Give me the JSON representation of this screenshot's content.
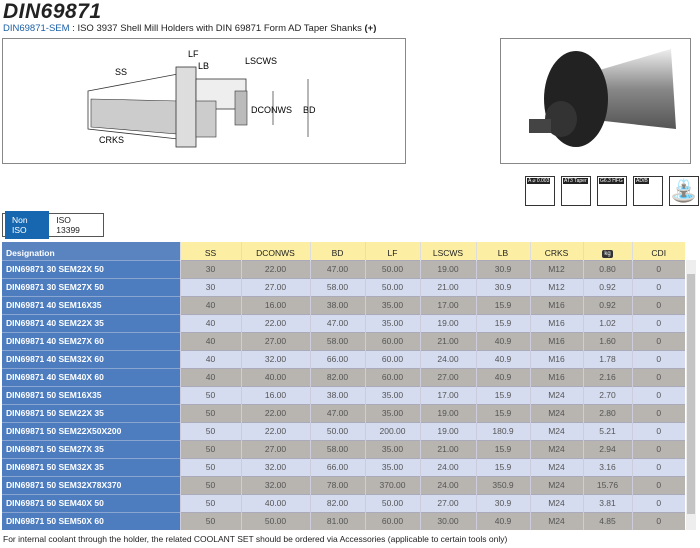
{
  "title": "DIN69871",
  "subtitle": {
    "code": "DIN69871-SEM",
    "text": " : ISO 3937 Shell Mill Holders with DIN 69871 Form AD Taper Shanks ",
    "expand": "(+)"
  },
  "drawing_labels": {
    "lf": "LF",
    "lb": "LB",
    "lscws": "LSCWS",
    "ss": "SS",
    "dconws": "DCONWS",
    "bd": "BD",
    "crks": "CRKS"
  },
  "feature_icons": [
    {
      "name": "runout-icon",
      "label": "A ⌀ 0.003"
    },
    {
      "name": "at3-taper-icon",
      "label": "AT3 Taper"
    },
    {
      "name": "balance-icon",
      "label": "G6.3 HFG"
    },
    {
      "name": "ad-form-icon",
      "label": "AD/B"
    },
    {
      "name": "coolant-icon",
      "label": ""
    }
  ],
  "tabs": [
    {
      "label": "Non ISO",
      "active": true
    },
    {
      "label": "ISO 13399",
      "active": false
    }
  ],
  "table": {
    "headers": [
      "Designation",
      "SS",
      "DCONWS",
      "BD",
      "LF",
      "LSCWS",
      "LB",
      "CRKS",
      "kg",
      "CDI"
    ],
    "rows": [
      [
        "DIN69871 30 SEM22X 50",
        "30",
        "22.00",
        "47.00",
        "50.00",
        "19.00",
        "30.9",
        "M12",
        "0.80",
        "0"
      ],
      [
        "DIN69871 30 SEM27X 50",
        "30",
        "27.00",
        "58.00",
        "50.00",
        "21.00",
        "30.9",
        "M12",
        "0.92",
        "0"
      ],
      [
        "DIN69871 40 SEM16X35",
        "40",
        "16.00",
        "38.00",
        "35.00",
        "17.00",
        "15.9",
        "M16",
        "0.92",
        "0"
      ],
      [
        "DIN69871 40 SEM22X 35",
        "40",
        "22.00",
        "47.00",
        "35.00",
        "19.00",
        "15.9",
        "M16",
        "1.02",
        "0"
      ],
      [
        "DIN69871 40 SEM27X 60",
        "40",
        "27.00",
        "58.00",
        "60.00",
        "21.00",
        "40.9",
        "M16",
        "1.60",
        "0"
      ],
      [
        "DIN69871 40 SEM32X 60",
        "40",
        "32.00",
        "66.00",
        "60.00",
        "24.00",
        "40.9",
        "M16",
        "1.78",
        "0"
      ],
      [
        "DIN69871 40 SEM40X 60",
        "40",
        "40.00",
        "82.00",
        "60.00",
        "27.00",
        "40.9",
        "M16",
        "2.16",
        "0"
      ],
      [
        "DIN69871 50 SEM16X35",
        "50",
        "16.00",
        "38.00",
        "35.00",
        "17.00",
        "15.9",
        "M24",
        "2.70",
        "0"
      ],
      [
        "DIN69871 50 SEM22X 35",
        "50",
        "22.00",
        "47.00",
        "35.00",
        "19.00",
        "15.9",
        "M24",
        "2.80",
        "0"
      ],
      [
        "DIN69871 50 SEM22X50X200",
        "50",
        "22.00",
        "50.00",
        "200.00",
        "19.00",
        "180.9",
        "M24",
        "5.21",
        "0"
      ],
      [
        "DIN69871 50 SEM27X 35",
        "50",
        "27.00",
        "58.00",
        "35.00",
        "21.00",
        "15.9",
        "M24",
        "2.94",
        "0"
      ],
      [
        "DIN69871 50 SEM32X 35",
        "50",
        "32.00",
        "66.00",
        "35.00",
        "24.00",
        "15.9",
        "M24",
        "3.16",
        "0"
      ],
      [
        "DIN69871 50 SEM32X78X370",
        "50",
        "32.00",
        "78.00",
        "370.00",
        "24.00",
        "350.9",
        "M24",
        "15.76",
        "0"
      ],
      [
        "DIN69871 50 SEM40X 50",
        "50",
        "40.00",
        "82.00",
        "50.00",
        "27.00",
        "30.9",
        "M24",
        "3.81",
        "0"
      ],
      [
        "DIN69871 50 SEM50X 60",
        "50",
        "50.00",
        "81.00",
        "60.00",
        "30.00",
        "40.9",
        "M24",
        "4.85",
        "0"
      ]
    ]
  },
  "footer": "For internal coolant through the holder, the related COOLANT SET should be ordered via Accessories (applicable to certain tools only)"
}
